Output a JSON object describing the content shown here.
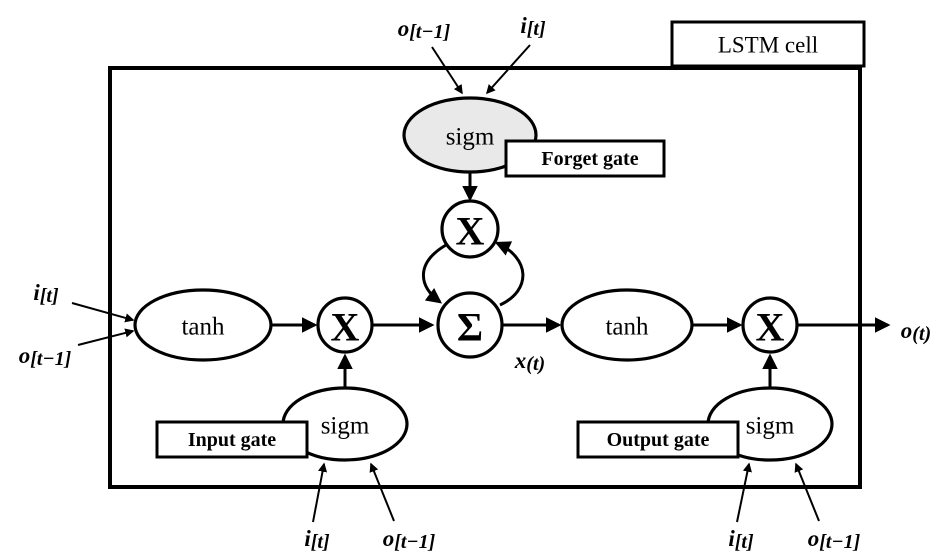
{
  "figure": {
    "title": "LSTM cell",
    "description": "LSTM cell internal architecture diagram"
  },
  "cell": {
    "title_label": "LSTM cell"
  },
  "nodes": {
    "forget_sigm": "sigm",
    "input_sigm": "sigm",
    "output_sigm": "sigm",
    "tanh_left": "tanh",
    "tanh_right": "tanh",
    "mult_top": "X",
    "mult_input": "X",
    "mult_output": "X",
    "sum": "Σ"
  },
  "gate_labels": {
    "forget": "Forget gate",
    "input": "Input gate",
    "output": "Output gate"
  },
  "signals": {
    "top_left_input": {
      "base": "o",
      "sub": "[t−1]"
    },
    "top_right_input": {
      "base": "i",
      "sub": "[t]"
    },
    "left_input_upper": {
      "base": "i",
      "sub": "[t]"
    },
    "left_input_lower": {
      "base": "o",
      "sub": "[t−1]"
    },
    "cell_state": {
      "base": "x",
      "sub": "(t)"
    },
    "cell_output": {
      "base": "o",
      "sub": "(t)"
    },
    "input_gate_left": {
      "base": "i",
      "sub": "[t]"
    },
    "input_gate_right": {
      "base": "o",
      "sub": "[t−1]"
    },
    "output_gate_left": {
      "base": "i",
      "sub": "[t]"
    },
    "output_gate_right": {
      "base": "o",
      "sub": "[t−1]"
    }
  },
  "colors": {
    "stroke": "#000000",
    "background": "#ffffff",
    "shaded_fill": "#e9e9e9"
  }
}
